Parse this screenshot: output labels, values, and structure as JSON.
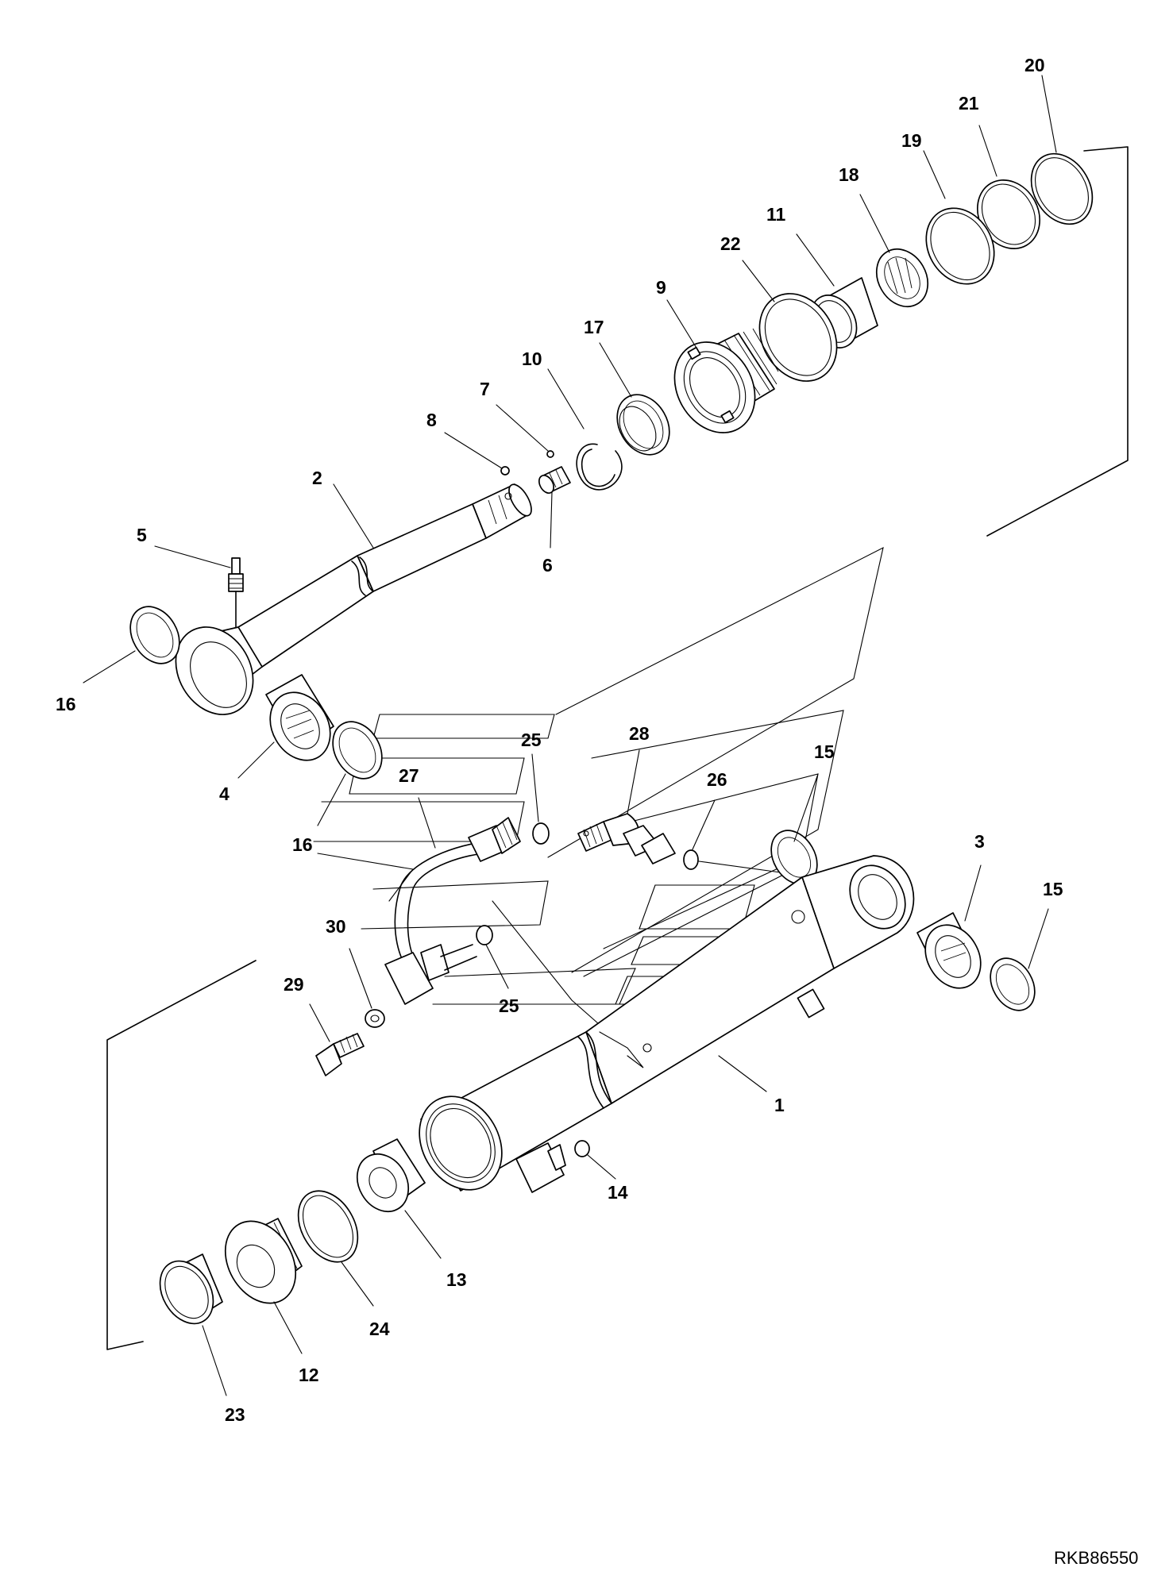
{
  "drawing_number": "RKB86550",
  "callouts": [
    "1",
    "2",
    "3",
    "4",
    "5",
    "6",
    "7",
    "8",
    "9",
    "10",
    "11",
    "12",
    "13",
    "14",
    "15",
    "15",
    "16",
    "16",
    "17",
    "18",
    "19",
    "20",
    "21",
    "22",
    "23",
    "24",
    "25",
    "25",
    "26",
    "27",
    "28",
    "29",
    "30"
  ]
}
